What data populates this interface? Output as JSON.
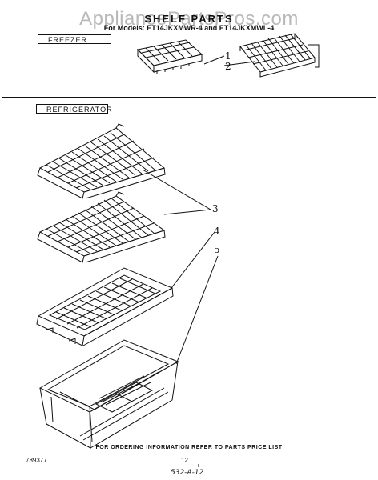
{
  "header": {
    "watermark": "AppliancePartsPros.com",
    "title": "SHELF PARTS",
    "models": "For Models: ET14JKXMWR-4 and ET14JKXMWL-4"
  },
  "sections": {
    "freezer": "FREEZER",
    "refrigerator": "REFRIGERATOR"
  },
  "callouts": {
    "c1": "1",
    "c2": "2",
    "c3": "3",
    "c4": "4",
    "c5": "5"
  },
  "footer": {
    "note": "FOR ORDERING INFORMATION REFER TO PARTS PRICE LIST",
    "doc_number": "789377",
    "page": "12",
    "handwritten": "532-A-12"
  }
}
